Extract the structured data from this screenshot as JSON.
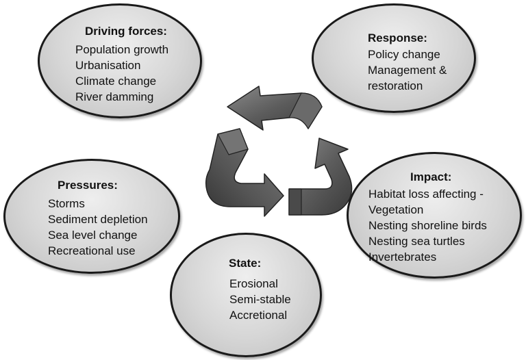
{
  "driving_forces": {
    "title": "Driving forces:",
    "items": [
      "Population growth",
      "Urbanisation",
      "Climate change",
      "River damming"
    ]
  },
  "response": {
    "title": "Response:",
    "items": [
      "Policy change",
      "Management &",
      "restoration"
    ]
  },
  "pressures": {
    "title": "Pressures:",
    "items": [
      "Storms",
      "Sediment depletion",
      "Sea level change",
      "Recreational use"
    ]
  },
  "impact": {
    "title": "Impact:",
    "items": [
      "Habitat loss affecting -",
      "Vegetation",
      "Nesting shoreline birds",
      "Nesting sea turtles",
      "Invertebrates"
    ]
  },
  "state": {
    "title": "State:",
    "items": [
      "Erosional",
      "Semi-stable",
      "Accretional"
    ]
  },
  "colors": {
    "ellipse_fill": "#d6d6d6",
    "ellipse_border": "#1a1a1a",
    "arrow_fill": "#5a5a5a"
  },
  "icons": {
    "center": "recycle-arrows-icon"
  }
}
